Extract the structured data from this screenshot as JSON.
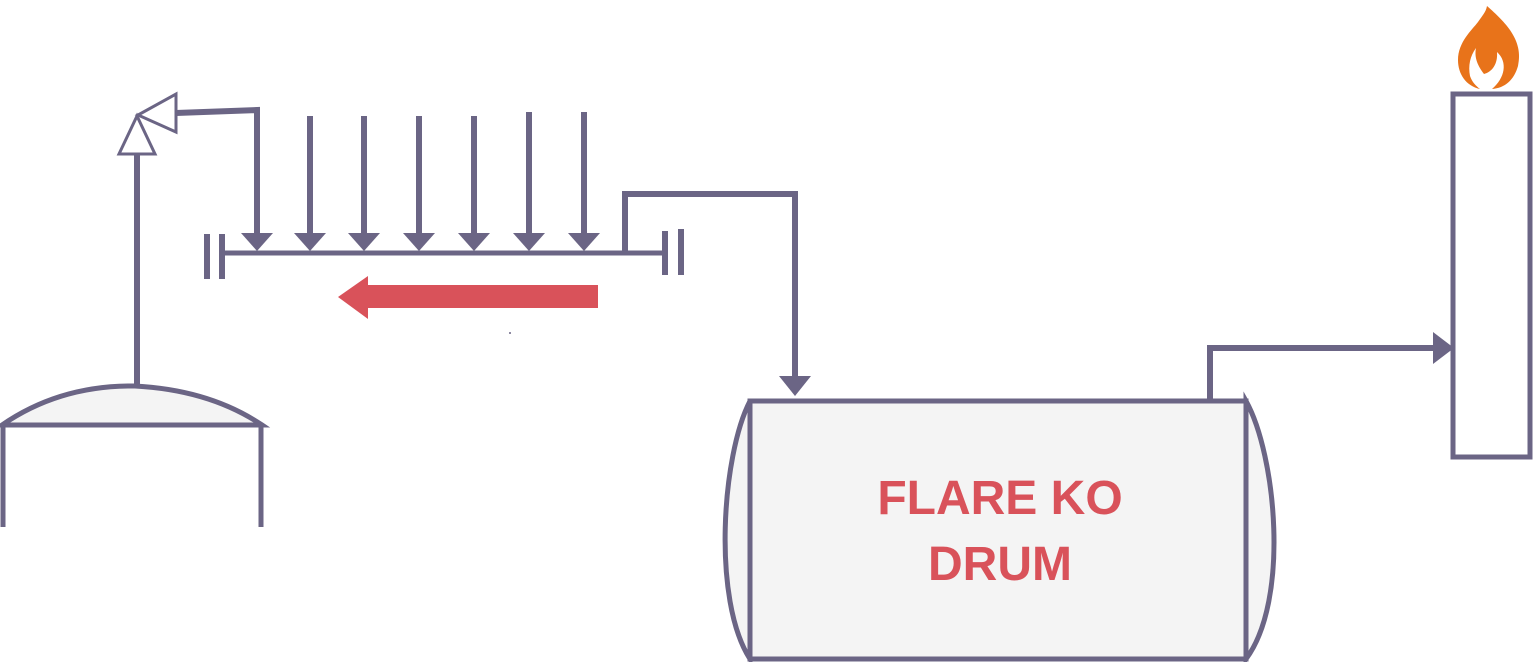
{
  "drum": {
    "label_line1": "FLARE KO",
    "label_line2": "DRUM"
  },
  "colors": {
    "line": "#6b6585",
    "flow_arrow": "#d9525a",
    "label": "#d9525a",
    "flame": "#e8731a",
    "fill": "#f4f4f4"
  },
  "icons": [
    "flame-icon",
    "relief-valve-icon",
    "flow-direction-arrow"
  ]
}
